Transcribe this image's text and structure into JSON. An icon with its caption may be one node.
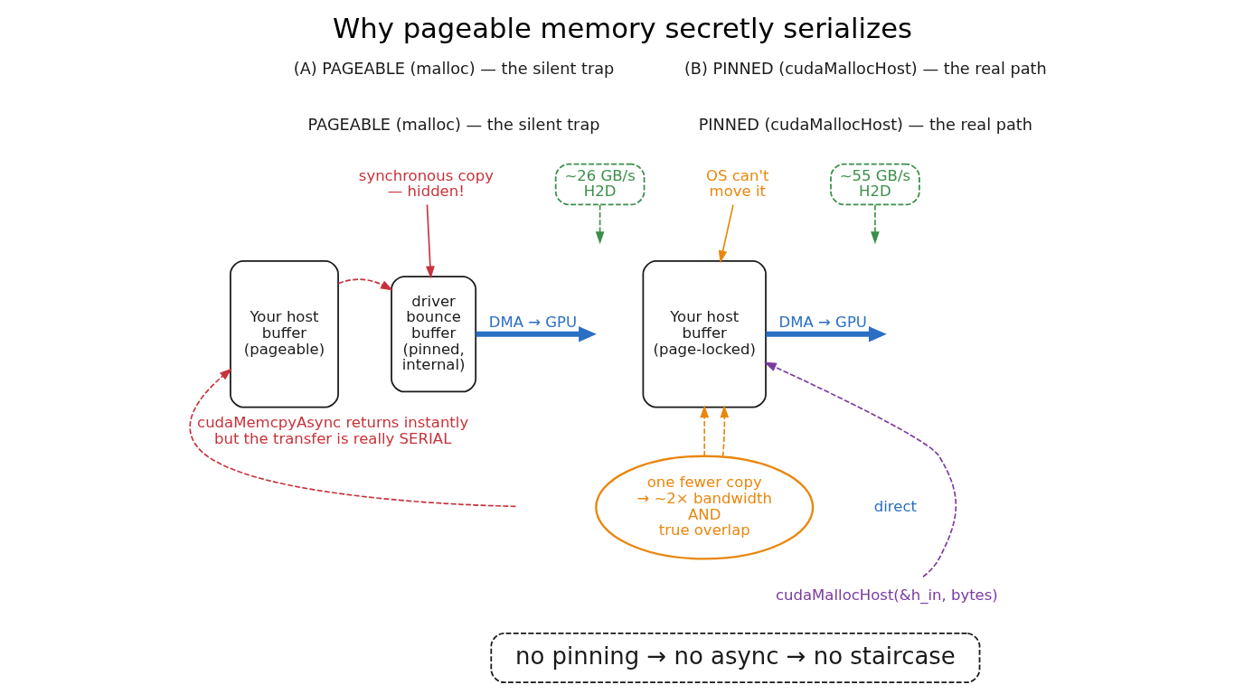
{
  "diagram": {
    "title": "Why pageable memory secretly serializes",
    "nodes": [
      {
        "text": [
          "synchronous copy — hidden!"
        ]
      },
      {
        "text": [
          "~26 GB/s H2D"
        ]
      },
      {
        "text": [
          "Your host buffer (pageable)"
        ]
      },
      {
        "text": [
          "driver bounce buffer (pinned, internal)"
        ]
      },
      {
        "text": [
          "OS can't move it"
        ]
      },
      {
        "text": [
          "~55 GB/s H2D"
        ]
      },
      {
        "text": [
          "Your host buffer (page-locked)"
        ]
      },
      {
        "text": [
          "one fewer copy → ~2× bandwidth AND true overlap"
        ]
      },
      {
        "text": [
          "cudaMallocHost(&h_in, bytes)"
        ]
      },
      {
        "text": [
          "no pinning → no async → no staircase"
        ]
      }
    ],
    "edges": [
      {
        "from": 2,
        "to": 3,
        "arrow": "to",
        "style": "dashed",
        "color": "#c8323a"
      },
      {
        "from": 0,
        "to": 3,
        "arrow": "to",
        "color": "#c8323a"
      },
      {
        "from": 3,
        "to": null,
        "arrow": "to",
        "label": "DMA → GPU",
        "style": "thick",
        "color": "#2a6fc4"
      },
      {
        "from": 1,
        "to": null,
        "arrow": "to",
        "style": "dashed",
        "color": "#3a8f4a"
      },
      {
        "from": null,
        "to": 2,
        "arrow": "to",
        "label": "cudaMemcpyAsync returns instantly but the transfer is really SERIAL",
        "style": "dashed",
        "color": "#c8323a"
      },
      {
        "from": 4,
        "to": 6,
        "arrow": "to",
        "color": "#e8870e"
      },
      {
        "from": 7,
        "to": 6,
        "arrow": "to",
        "style": "dashed",
        "color": "#e8870e"
      },
      {
        "from": 7,
        "to": 6,
        "arrow": "to",
        "style": "dashed",
        "color": "#e8870e"
      },
      {
        "from": 8,
        "to": 6,
        "arrow": "to",
        "style": "dashed",
        "color": "#7a3a9e"
      },
      {
        "from": 6,
        "to": null,
        "arrow": "to",
        "label": "DMA → GPU",
        "style": "thick",
        "color": "#2a6fc4"
      },
      {
        "from": 5,
        "to": null,
        "arrow": "to",
        "style": "dashed",
        "color": "#3a8f4a"
      }
    ],
    "labels": [
      "(A) PAGEABLE (malloc) — the silent trap",
      "PAGEABLE (malloc) — the silent trap",
      "(B) PINNED (cudaMallocHost) — the real path",
      "PINNED (cudaMallocHost) — the real path",
      "direct"
    ]
  }
}
